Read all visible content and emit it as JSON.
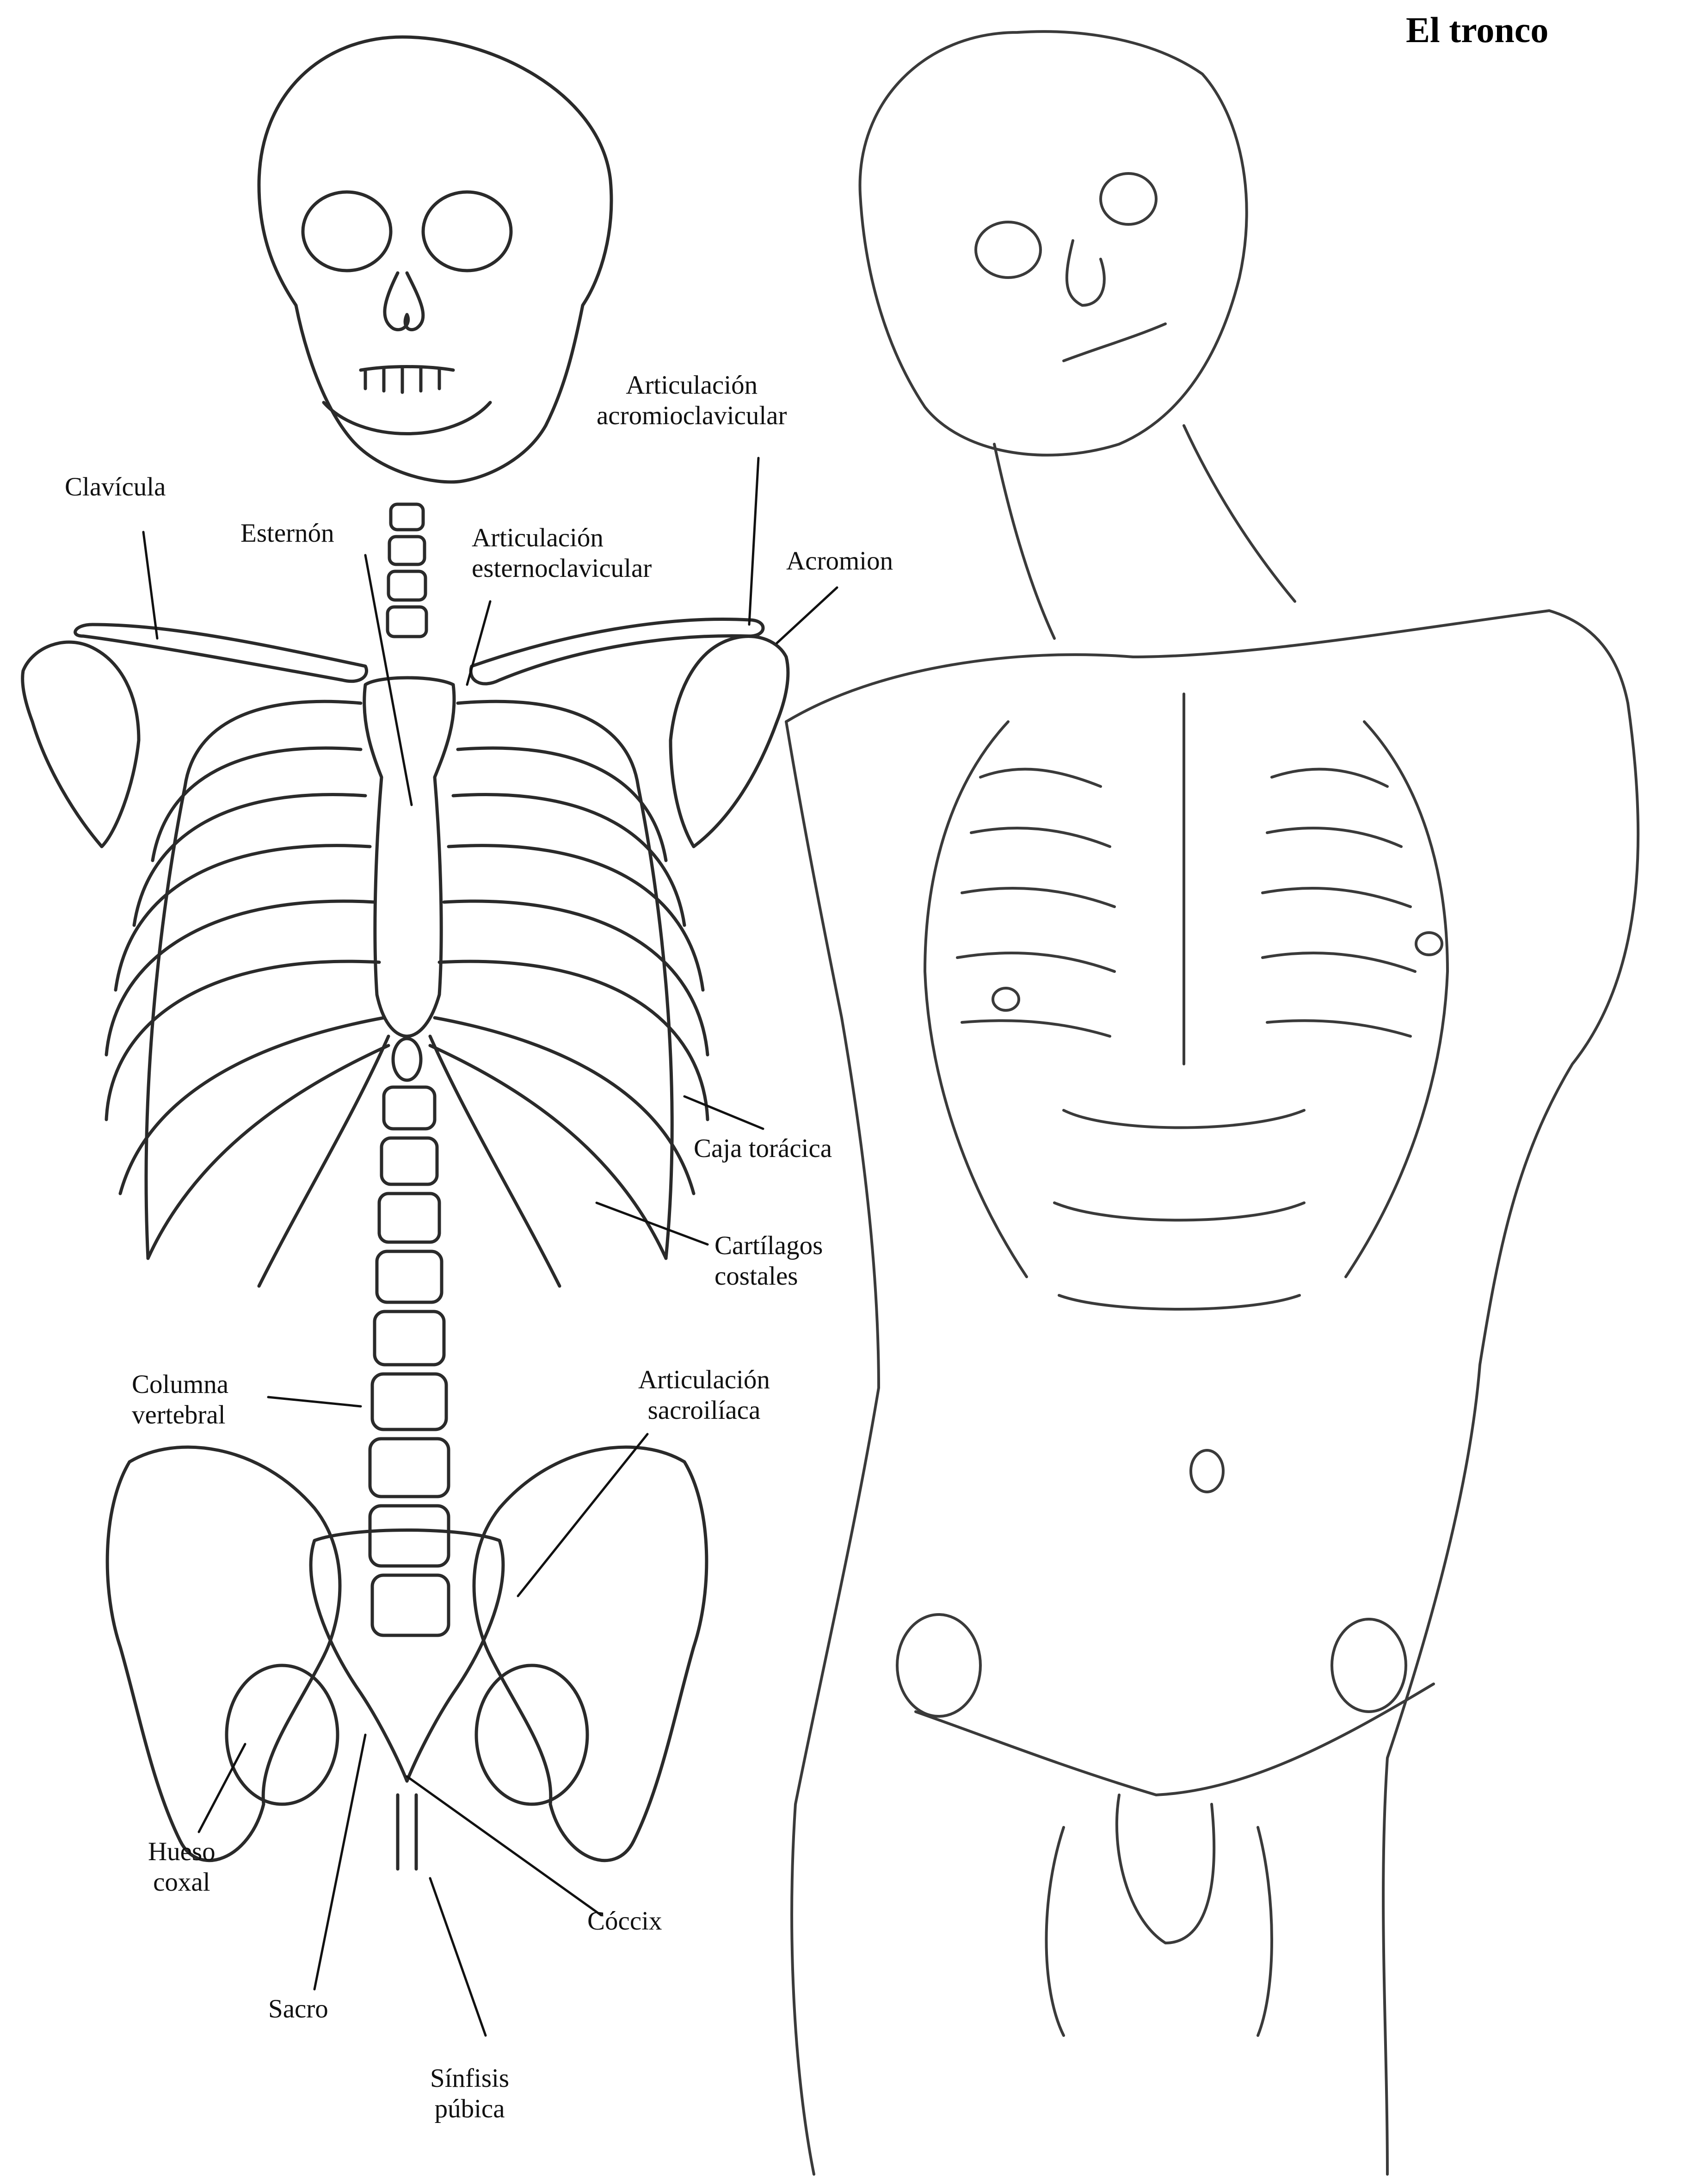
{
  "title": "El tronco",
  "labels": {
    "clavicula": "Clavícula",
    "esternon": "Esternón",
    "art_esterno": [
      "Articulación",
      "esternoclavicular"
    ],
    "art_acromio": [
      "Articulación",
      "acromioclavicular"
    ],
    "acromion": "Acromion",
    "caja_toracica": "Caja  torácica",
    "cartilagos": [
      "Cartílagos",
      "costales"
    ],
    "columna": [
      "Columna",
      "vertebral"
    ],
    "art_sacro": [
      "Articulación",
      "sacroilíaca"
    ],
    "hueso_coxal": [
      "Hueso",
      "coxal"
    ],
    "coccix": "Cóccix",
    "sacro": "Sacro",
    "sinfisis": [
      "Sínfisis",
      "púbica"
    ]
  },
  "colors": {
    "ink": "#111111",
    "paper": "#ffffff",
    "pencil": "#3a3a3a"
  }
}
